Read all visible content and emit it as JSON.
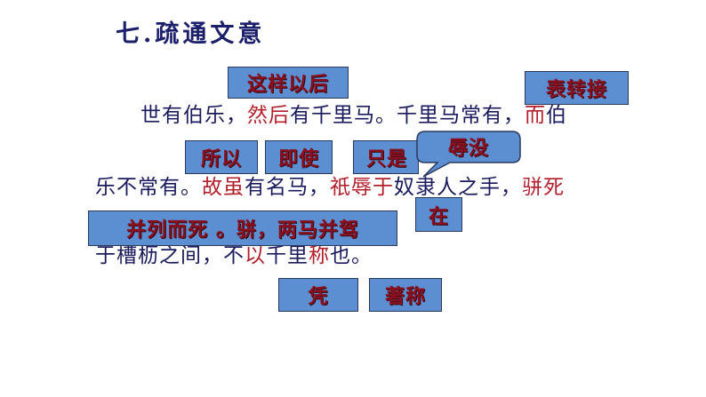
{
  "title": "七.疏通文意",
  "passage": {
    "line1": [
      {
        "text": "世有伯乐，",
        "highlight": false
      },
      {
        "text": "然后",
        "highlight": true
      },
      {
        "text": "有千里马。千里马常有，",
        "highlight": false
      },
      {
        "text": "而",
        "highlight": true
      },
      {
        "text": "伯",
        "highlight": false
      }
    ],
    "line2": [
      {
        "text": "乐不常有。",
        "highlight": false
      },
      {
        "text": "故虽",
        "highlight": true
      },
      {
        "text": "有名马，",
        "highlight": false
      },
      {
        "text": "祇辱于",
        "highlight": true
      },
      {
        "text": "奴隶人之手，",
        "highlight": false
      },
      {
        "text": "骈死",
        "highlight": true
      }
    ],
    "line3": [
      {
        "text": "于槽枥之间，不",
        "highlight": false
      },
      {
        "text": "以",
        "highlight": true
      },
      {
        "text": "千里",
        "highlight": false
      },
      {
        "text": "称",
        "highlight": true
      },
      {
        "text": "也。",
        "highlight": false
      }
    ]
  },
  "annotations": {
    "ranhou": "这样以后",
    "er": "表转接",
    "gu": "所以",
    "sui": "即使",
    "zhi": "只是",
    "ru": "辱没",
    "yu": "在",
    "pianisi": "并列而死 。骈，两马并驾",
    "yi": "凭",
    "cheng": "著称"
  },
  "colors": {
    "text": "#1a1a5e",
    "highlight": "#b3202b",
    "box_fill": "#5b8fd1",
    "box_text": "#8a1020",
    "title": "#1c1f6b"
  }
}
